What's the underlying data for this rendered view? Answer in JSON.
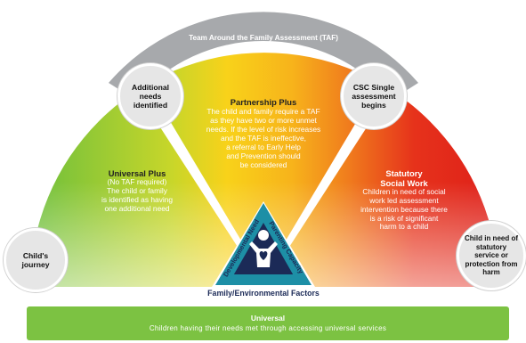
{
  "taf_arc": {
    "title": "Team Around the Family Assessment (TAF) Required"
  },
  "circles": {
    "additional_needs": "Additional needs identified",
    "csc_single": "CSC Single assessment begins",
    "childs_journey": "Child's journey",
    "child_in_need": "Child in need of statutory service or protection from harm"
  },
  "partnership_plus": {
    "title": "Partnership Plus",
    "lines": [
      "The child and family require a TAF",
      "as they have two or more unmet",
      "needs. If the level of risk increases",
      "and the TAF is ineffective,",
      "a referral to Early Help",
      "and Prevention should",
      "be considered"
    ]
  },
  "universal_plus": {
    "title": "Universal Plus",
    "lines": [
      "(No TAF required)",
      "The child or family",
      "is identified as having",
      "one additional need"
    ]
  },
  "statutory": {
    "title_lines": [
      "Statutory",
      "Social Work"
    ],
    "lines": [
      "Children in need of social",
      "work led assessment",
      "intervention because there",
      "is a risk of significant",
      "harm to a child"
    ]
  },
  "triangle": {
    "left_label": "Developmental Needs",
    "right_label": "Parenting Capacity",
    "bottom_label": "Family/Environmental Factors"
  },
  "universal": {
    "title": "Universal",
    "subtitle": "Children having their needs met through accessing universal services"
  },
  "colors": {
    "green": "#6cbf3c",
    "yellow": "#f9c21a",
    "orange": "#f29120",
    "red": "#e2231a",
    "grey_arc": "#a7a9ac",
    "teal": "#1d8fa6",
    "navy": "#1b2a57"
  }
}
